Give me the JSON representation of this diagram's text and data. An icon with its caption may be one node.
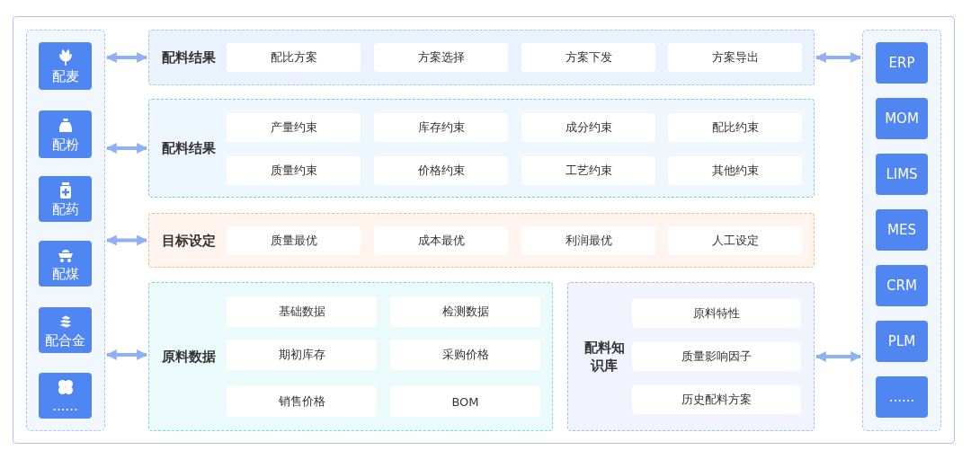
{
  "diagram": {
    "nodes": [
      {
        "text": [],
        "shape": "box"
      },
      {
        "text": [
          "配麦"
        ],
        "in": 0
      },
      {
        "text": [
          "配粉"
        ],
        "in": 0
      },
      {
        "text": [
          "配药"
        ],
        "in": 0
      },
      {
        "text": [
          "配煤"
        ],
        "in": 0
      },
      {
        "text": [
          "配合金"
        ],
        "in": 0
      },
      {
        "text": [
          "......"
        ],
        "in": 0
      },
      {
        "text": [
          "配料结果"
        ]
      },
      {
        "text": [
          "配比方案"
        ],
        "in": 7
      },
      {
        "text": [
          "方案选择"
        ],
        "in": 7
      },
      {
        "text": [
          "方案下发"
        ],
        "in": 7
      },
      {
        "text": [
          "方案导出"
        ],
        "in": 7
      },
      {
        "text": [
          "配料结果"
        ]
      },
      {
        "text": [
          "产量约束"
        ],
        "in": 12
      },
      {
        "text": [
          "库存约束"
        ],
        "in": 12
      },
      {
        "text": [
          "成分约束"
        ],
        "in": 12
      },
      {
        "text": [
          "配比约束"
        ],
        "in": 12
      },
      {
        "text": [
          "质量约束"
        ],
        "in": 12
      },
      {
        "text": [
          "价格约束"
        ],
        "in": 12
      },
      {
        "text": [
          "工艺约束"
        ],
        "in": 12
      },
      {
        "text": [
          "其他约束"
        ],
        "in": 12
      },
      {
        "text": [
          "目标设定"
        ]
      },
      {
        "text": [
          "质量最优"
        ],
        "in": 21
      },
      {
        "text": [
          "成本最优"
        ],
        "in": 21
      },
      {
        "text": [
          "利润最优"
        ],
        "in": 21
      },
      {
        "text": [
          "人工设定"
        ],
        "in": 21
      },
      {
        "text": [
          "原料数据"
        ]
      },
      {
        "text": [
          "基础数据"
        ],
        "in": 26
      },
      {
        "text": [
          "检测数据"
        ],
        "in": 26
      },
      {
        "text": [
          "期初库存"
        ],
        "in": 26
      },
      {
        "text": [
          "采购价格"
        ],
        "in": 26
      },
      {
        "text": [
          "销售价格"
        ],
        "in": 26
      },
      {
        "text": [
          "BOM"
        ],
        "in": 26
      },
      {
        "text": [
          "配料知识库"
        ]
      },
      {
        "text": [
          "原料特性"
        ],
        "in": 33
      },
      {
        "text": [
          "质量影响因子"
        ],
        "in": 33
      },
      {
        "text": [
          "历史配料方案"
        ],
        "in": 33
      },
      {
        "text": [],
        "shape": "box"
      },
      {
        "text": [
          "ERP"
        ],
        "in": 37
      },
      {
        "text": [
          "MOM"
        ],
        "in": 37
      },
      {
        "text": [
          "LIMS"
        ],
        "in": 37
      },
      {
        "text": [
          "MES"
        ],
        "in": 37
      },
      {
        "text": [
          "CRM"
        ],
        "in": 37
      },
      {
        "text": [
          "PLM"
        ],
        "in": 37
      },
      {
        "text": [
          "......"
        ],
        "in": 37
      }
    ],
    "edges": [
      {
        "from": 0,
        "to": 7,
        "arrow": "both"
      },
      {
        "from": 0,
        "to": 12,
        "arrow": "both"
      },
      {
        "from": 0,
        "to": 21,
        "arrow": "both"
      },
      {
        "from": 0,
        "to": 26,
        "arrow": "both"
      },
      {
        "from": 7,
        "to": 37,
        "arrow": "both"
      },
      {
        "from": 33,
        "to": 37,
        "arrow": "both"
      }
    ]
  }
}
